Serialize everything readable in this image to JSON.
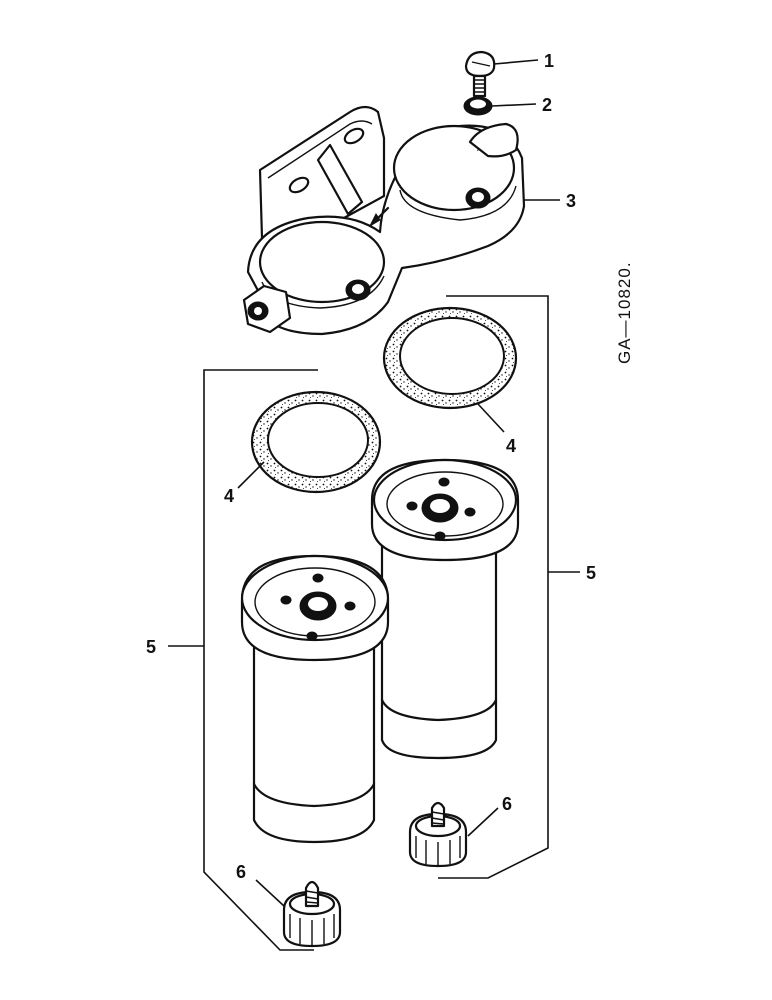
{
  "figure": {
    "reference_code": "GA—10820."
  },
  "callouts": {
    "c1": "1",
    "c2": "2",
    "c3": "3",
    "c4a": "4",
    "c4b": "4",
    "c5a": "5",
    "c5b": "5",
    "c6a": "6",
    "c6b": "6"
  },
  "parts": [
    {
      "number": "1",
      "icon": "screw-icon"
    },
    {
      "number": "2",
      "icon": "washer-icon"
    },
    {
      "number": "3",
      "icon": "filter-head-icon"
    },
    {
      "number": "4",
      "icon": "gasket-icon"
    },
    {
      "number": "5",
      "icon": "filter-element-icon"
    },
    {
      "number": "6",
      "icon": "drain-plug-icon"
    }
  ]
}
